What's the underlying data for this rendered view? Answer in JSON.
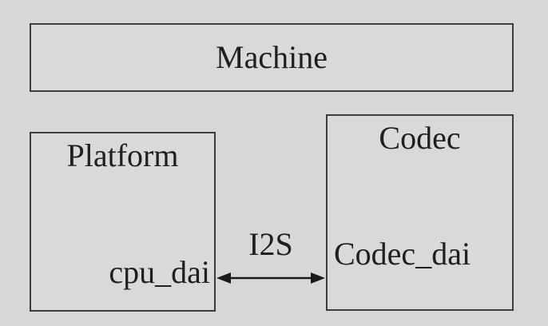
{
  "diagram": {
    "machine": {
      "label": "Machine"
    },
    "platform": {
      "label": "Platform",
      "dai_label": "cpu_dai"
    },
    "codec": {
      "label": "Codec",
      "dai_label": "Codec_dai"
    },
    "link": {
      "label": "I2S",
      "style": "double-headed-arrow"
    },
    "colors": {
      "background": "#d7d7d7",
      "box_fill": "#d9d9d9",
      "border": "#3c3c3c",
      "text": "#1f1f1f",
      "arrow": "#1a1a1a"
    }
  }
}
